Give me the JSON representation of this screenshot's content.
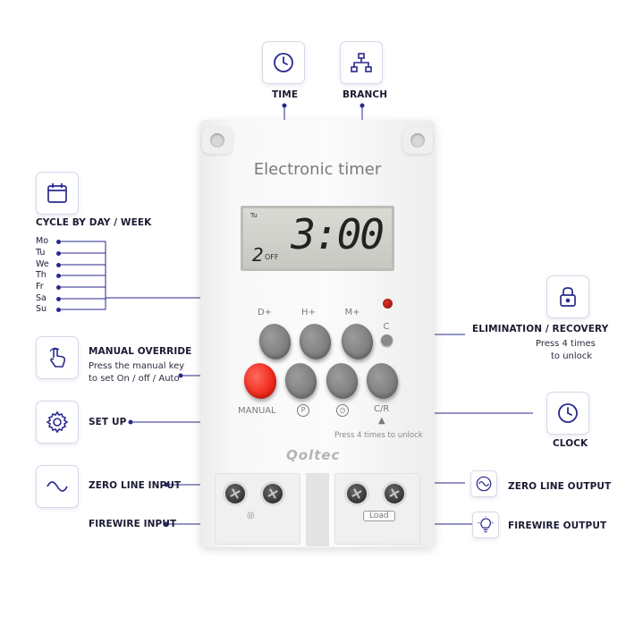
{
  "callouts": {
    "time": "TIME",
    "branch": "BRANCH",
    "cycle": "CYCLE BY DAY / WEEK",
    "days": [
      "Mo",
      "Tu",
      "We",
      "Th",
      "Fr",
      "Sa",
      "Su"
    ],
    "manual_override": "MANUAL OVERRIDE",
    "manual_override_desc_1": "Press the manual key",
    "manual_override_desc_2": "to set On / off / Auto",
    "set_up": "SET UP",
    "zero_line_input": "ZERO LINE INPUT",
    "firewire_input": "FIREWIRE INPUT",
    "elimination": "ELIMINATION / RECOVERY",
    "elimination_desc_1": "Press 4 times",
    "elimination_desc_2": "to unlock",
    "clock": "CLOCK",
    "zero_line_output": "ZERO LINE OUTPUT",
    "firewire_output": "FIREWIRE OUTPUT"
  },
  "device": {
    "title": "Electronic timer",
    "lcd_day": "Tu",
    "lcd_time": "3:00",
    "lcd_program": "2",
    "lcd_state": "OFF",
    "btn_d_plus": "D+",
    "btn_h_plus": "H+",
    "btn_m_plus": "M+",
    "btn_c": "C",
    "manual": "MANUAL",
    "p_symbol": "P",
    "cr": "C/R",
    "hint": "Press 4 times to unlock",
    "brand": "Qoltec",
    "load": "Load"
  },
  "icons": [
    "clock-icon",
    "branch-icon",
    "calendar-icon",
    "hand-pointer-icon",
    "gear-icon",
    "sine-wave-icon",
    "padlock-icon",
    "lightbulb-icon"
  ],
  "colors": {
    "accent": "#2a2a8e",
    "manual_button": "#f0281c",
    "led": "#c0201a"
  }
}
